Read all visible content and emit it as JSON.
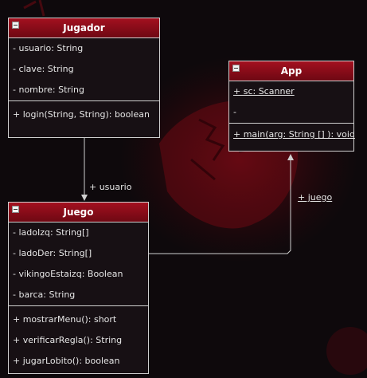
{
  "classes": {
    "jugador": {
      "name": "Jugador",
      "attributes": [
        "- usuario: String",
        "- clave: String",
        "- nombre: String"
      ],
      "methods": [
        "+ login(String, String): boolean"
      ]
    },
    "app": {
      "name": "App",
      "attributes": [
        "+ sc: Scanner"
      ],
      "methods": [
        "-",
        "+ main(arg: String [] ): void"
      ]
    },
    "juego": {
      "name": "Juego",
      "attributes": [
        "- ladoIzq: String[]",
        "- ladoDer: String[]",
        "- vikingoEstaizq: Boolean",
        "- barca: String"
      ],
      "methods": [
        "+ mostrarMenu(): short",
        "+ verificarRegla(): String",
        "+ jugarLobito(): boolean"
      ]
    }
  },
  "associations": {
    "usuario": "+ usuario",
    "juego": "+ juego"
  },
  "colors": {
    "header": "#8e0c1a",
    "border": "#cfcfcf",
    "background": "#0e090c"
  }
}
